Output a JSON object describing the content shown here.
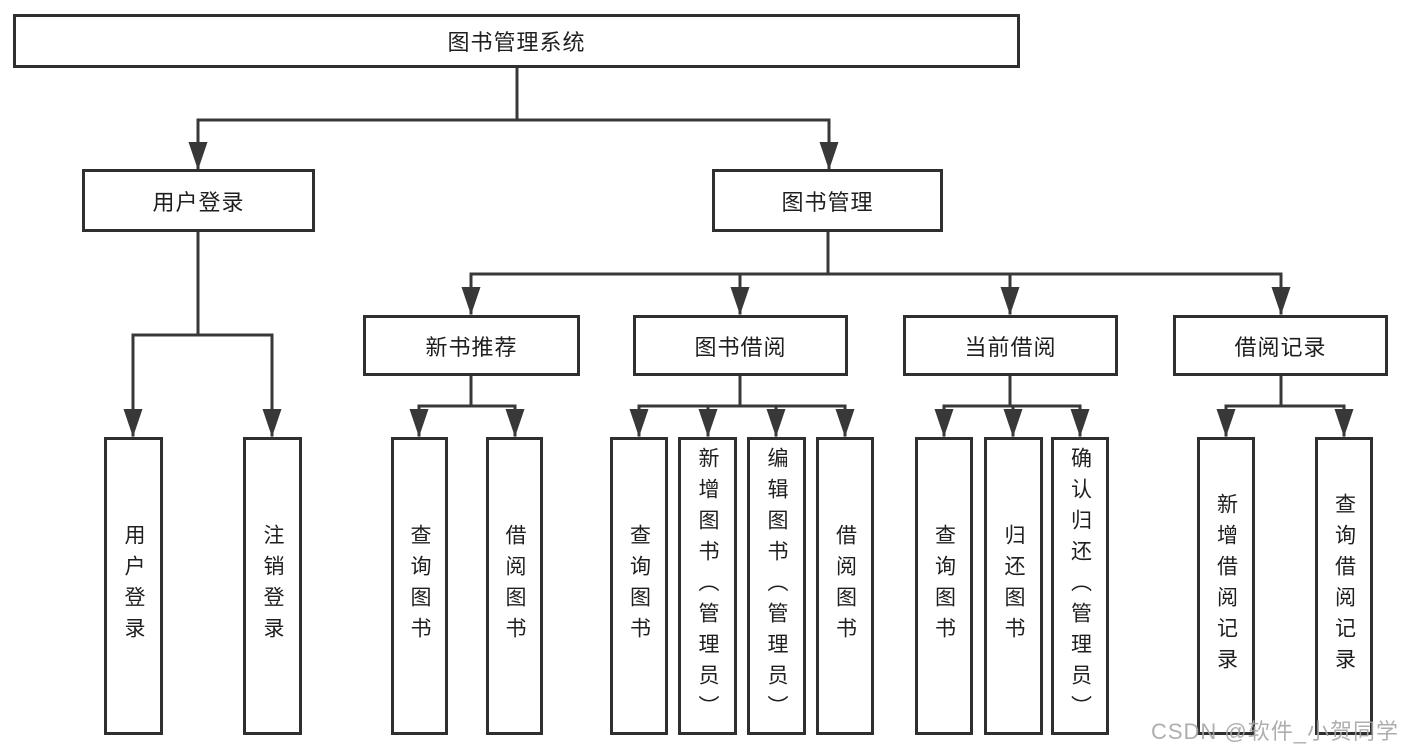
{
  "diagram": {
    "root": {
      "label": "图书管理系统"
    },
    "branches": [
      {
        "label": "用户登录",
        "children": [
          {
            "label": "用户登录"
          },
          {
            "label": "注销登录"
          }
        ]
      },
      {
        "label": "图书管理",
        "children": [
          {
            "label": "新书推荐",
            "children": [
              {
                "label": "查询图书"
              },
              {
                "label": "借阅图书"
              }
            ]
          },
          {
            "label": "图书借阅",
            "children": [
              {
                "label": "查询图书"
              },
              {
                "label": "新增图书（管理员）"
              },
              {
                "label": "编辑图书（管理员）"
              },
              {
                "label": "借阅图书"
              }
            ]
          },
          {
            "label": "当前借阅",
            "children": [
              {
                "label": "查询图书"
              },
              {
                "label": "归还图书"
              },
              {
                "label": "确认归还（管理员）"
              }
            ]
          },
          {
            "label": "借阅记录",
            "children": [
              {
                "label": "新增借阅记录"
              },
              {
                "label": "查询借阅记录"
              }
            ]
          }
        ]
      }
    ]
  },
  "watermark": {
    "text": "CSDN @软件_小贺同学"
  },
  "colors": {
    "line": "#383838",
    "box_border": "#2f2f2f",
    "box_bg": "#ffffff",
    "text": "#1f1f1f",
    "watermark": "#a6a6a6",
    "background": "#ffffff"
  }
}
